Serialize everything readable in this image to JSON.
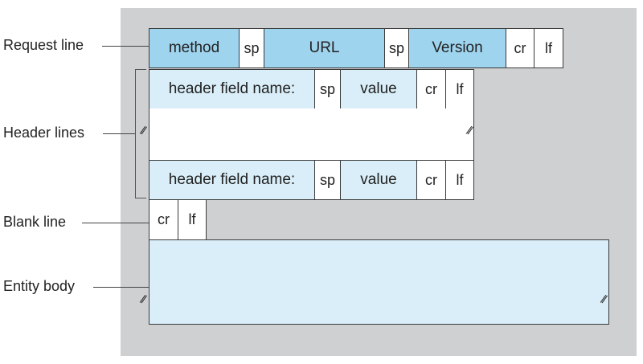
{
  "labels": {
    "request_line": "Request line",
    "header_lines": "Header lines",
    "blank_line": "Blank line",
    "entity_body": "Entity body"
  },
  "request_line": {
    "method": "method",
    "sp1": "sp",
    "url": "URL",
    "sp2": "sp",
    "version": "Version",
    "cr": "cr",
    "lf": "lf"
  },
  "header_line_1": {
    "name": "header field name:",
    "sp": "sp",
    "value": "value",
    "cr": "cr",
    "lf": "lf"
  },
  "header_line_2": {
    "name": "header field name:",
    "sp": "sp",
    "value": "value",
    "cr": "cr",
    "lf": "lf"
  },
  "blank_line": {
    "cr": "cr",
    "lf": "lf"
  },
  "colors": {
    "panel": "#cfd0d2",
    "request_fill": "#9fd4ee",
    "header_fill": "#d9eef8",
    "body_fill": "#d9eef8"
  }
}
